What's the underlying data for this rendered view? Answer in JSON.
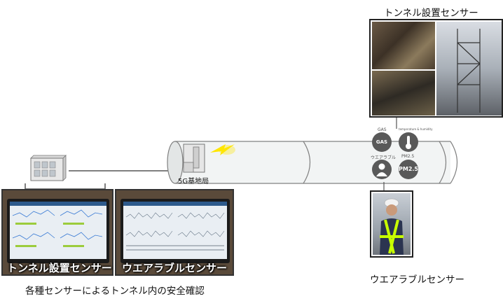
{
  "labels": {
    "tunnel_sensor_title": "トンネル設置センサー",
    "base_station": "5G基地局",
    "wearable_sensor_title": "ウエアラブルセンサー",
    "monitor_left_banner": "トンネル設置センサー",
    "monitor_right_banner": "ウエアラブルセンサー",
    "caption": "各種センサーによるトンネル内の安全確認"
  },
  "sensor_icons": {
    "gas_top": "GAS",
    "gas_inner": "GAS",
    "temperature": "temperature & humidity",
    "wearable": "ウエアラブル",
    "pm_top": "PM2.5",
    "pm_inner": "PM2.5"
  },
  "colors": {
    "tunnel_fill": "#f2f4f4",
    "tunnel_stroke": "#808080",
    "signal": "#ffe600",
    "icon_gray": "#595959"
  }
}
